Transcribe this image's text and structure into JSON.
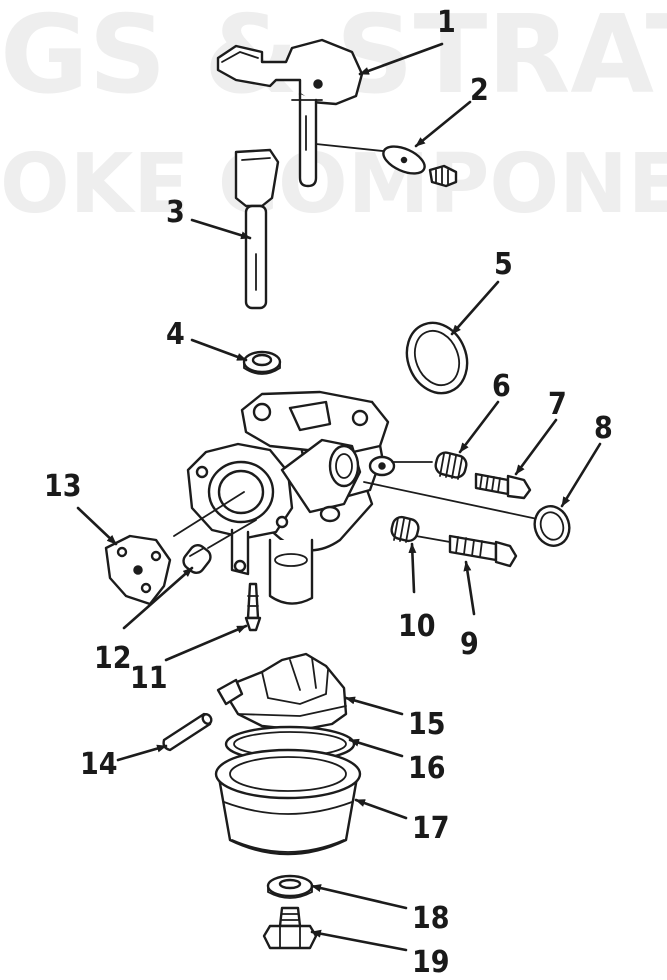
{
  "watermark": {
    "line1": "GS & STRAT",
    "line2": "OKE COMPONEN"
  },
  "callouts": [
    {
      "id": "1",
      "label": "1"
    },
    {
      "id": "2",
      "label": "2"
    },
    {
      "id": "3",
      "label": "3"
    },
    {
      "id": "4",
      "label": "4"
    },
    {
      "id": "5",
      "label": "5"
    },
    {
      "id": "6",
      "label": "6"
    },
    {
      "id": "7",
      "label": "7"
    },
    {
      "id": "8",
      "label": "8"
    },
    {
      "id": "9",
      "label": "9"
    },
    {
      "id": "10",
      "label": "10"
    },
    {
      "id": "11",
      "label": "11"
    },
    {
      "id": "12",
      "label": "12"
    },
    {
      "id": "13",
      "label": "13"
    },
    {
      "id": "14",
      "label": "14"
    },
    {
      "id": "15",
      "label": "15"
    },
    {
      "id": "16",
      "label": "16"
    },
    {
      "id": "17",
      "label": "17"
    },
    {
      "id": "18",
      "label": "18"
    },
    {
      "id": "19",
      "label": "19"
    }
  ],
  "colors": {
    "ink": "#1c1c1c",
    "paper": "#ffffff",
    "watermark": "#eeeeee"
  }
}
